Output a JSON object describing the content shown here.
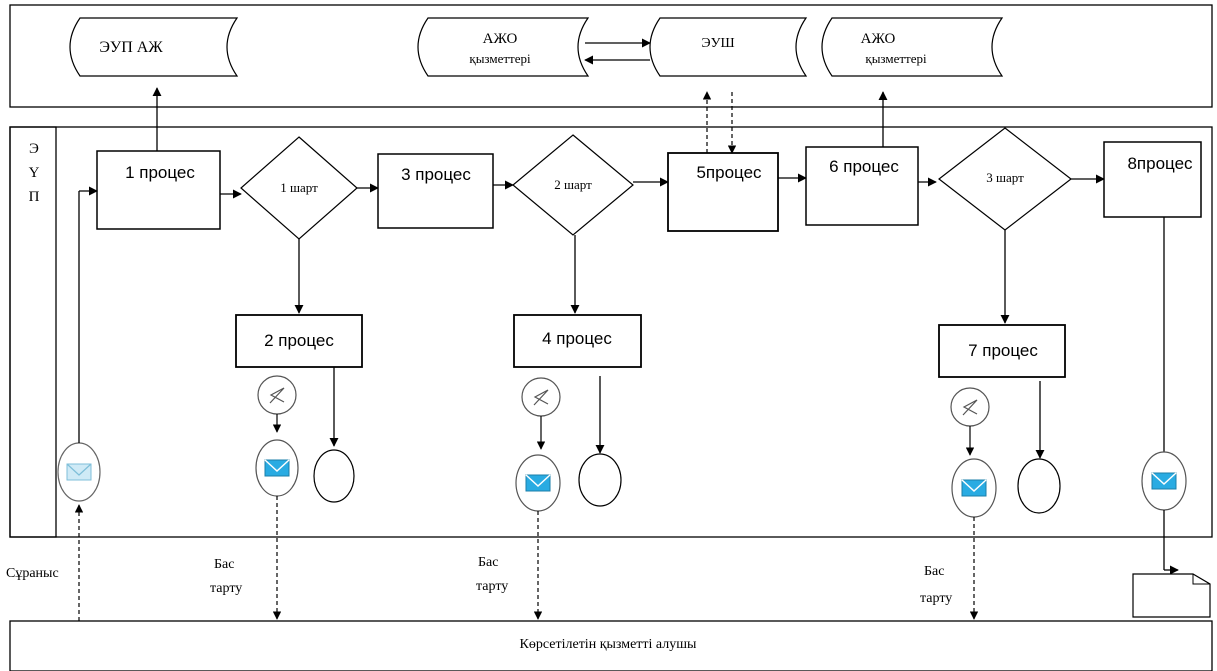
{
  "systems": {
    "eup_azh": "ЭУП АЖ",
    "azho_1": [
      "АЖО",
      "қызметтері"
    ],
    "eush": "ЭУШ",
    "azho_2": [
      "АЖО",
      "қызметтері"
    ]
  },
  "lane_label": [
    "Э",
    "Ү",
    "П"
  ],
  "processes": {
    "p1": "1 процес",
    "p2": "2 процес",
    "p3": "3 процес",
    "p4": "4 процес",
    "p5": "5процес",
    "p6": "6 процес",
    "p7": "7 процес",
    "p8": "8процес"
  },
  "conditions": {
    "c1": "1 шарт",
    "c2": "2 шарт",
    "c3": "3 шарт"
  },
  "annotations": {
    "request": "Сұраныс",
    "refusal_1": [
      "Бас",
      "тарту"
    ],
    "refusal_2": [
      "Бас",
      "тарту"
    ],
    "refusal_3": [
      "Бас",
      "тарту"
    ]
  },
  "bottom_lane": "Көрсетілетін қызметті алушы",
  "colors": {
    "stroke": "#000000",
    "envelope_fill": "#29abe2",
    "envelope_pale": "#cfeaf6",
    "background": "#ffffff"
  }
}
